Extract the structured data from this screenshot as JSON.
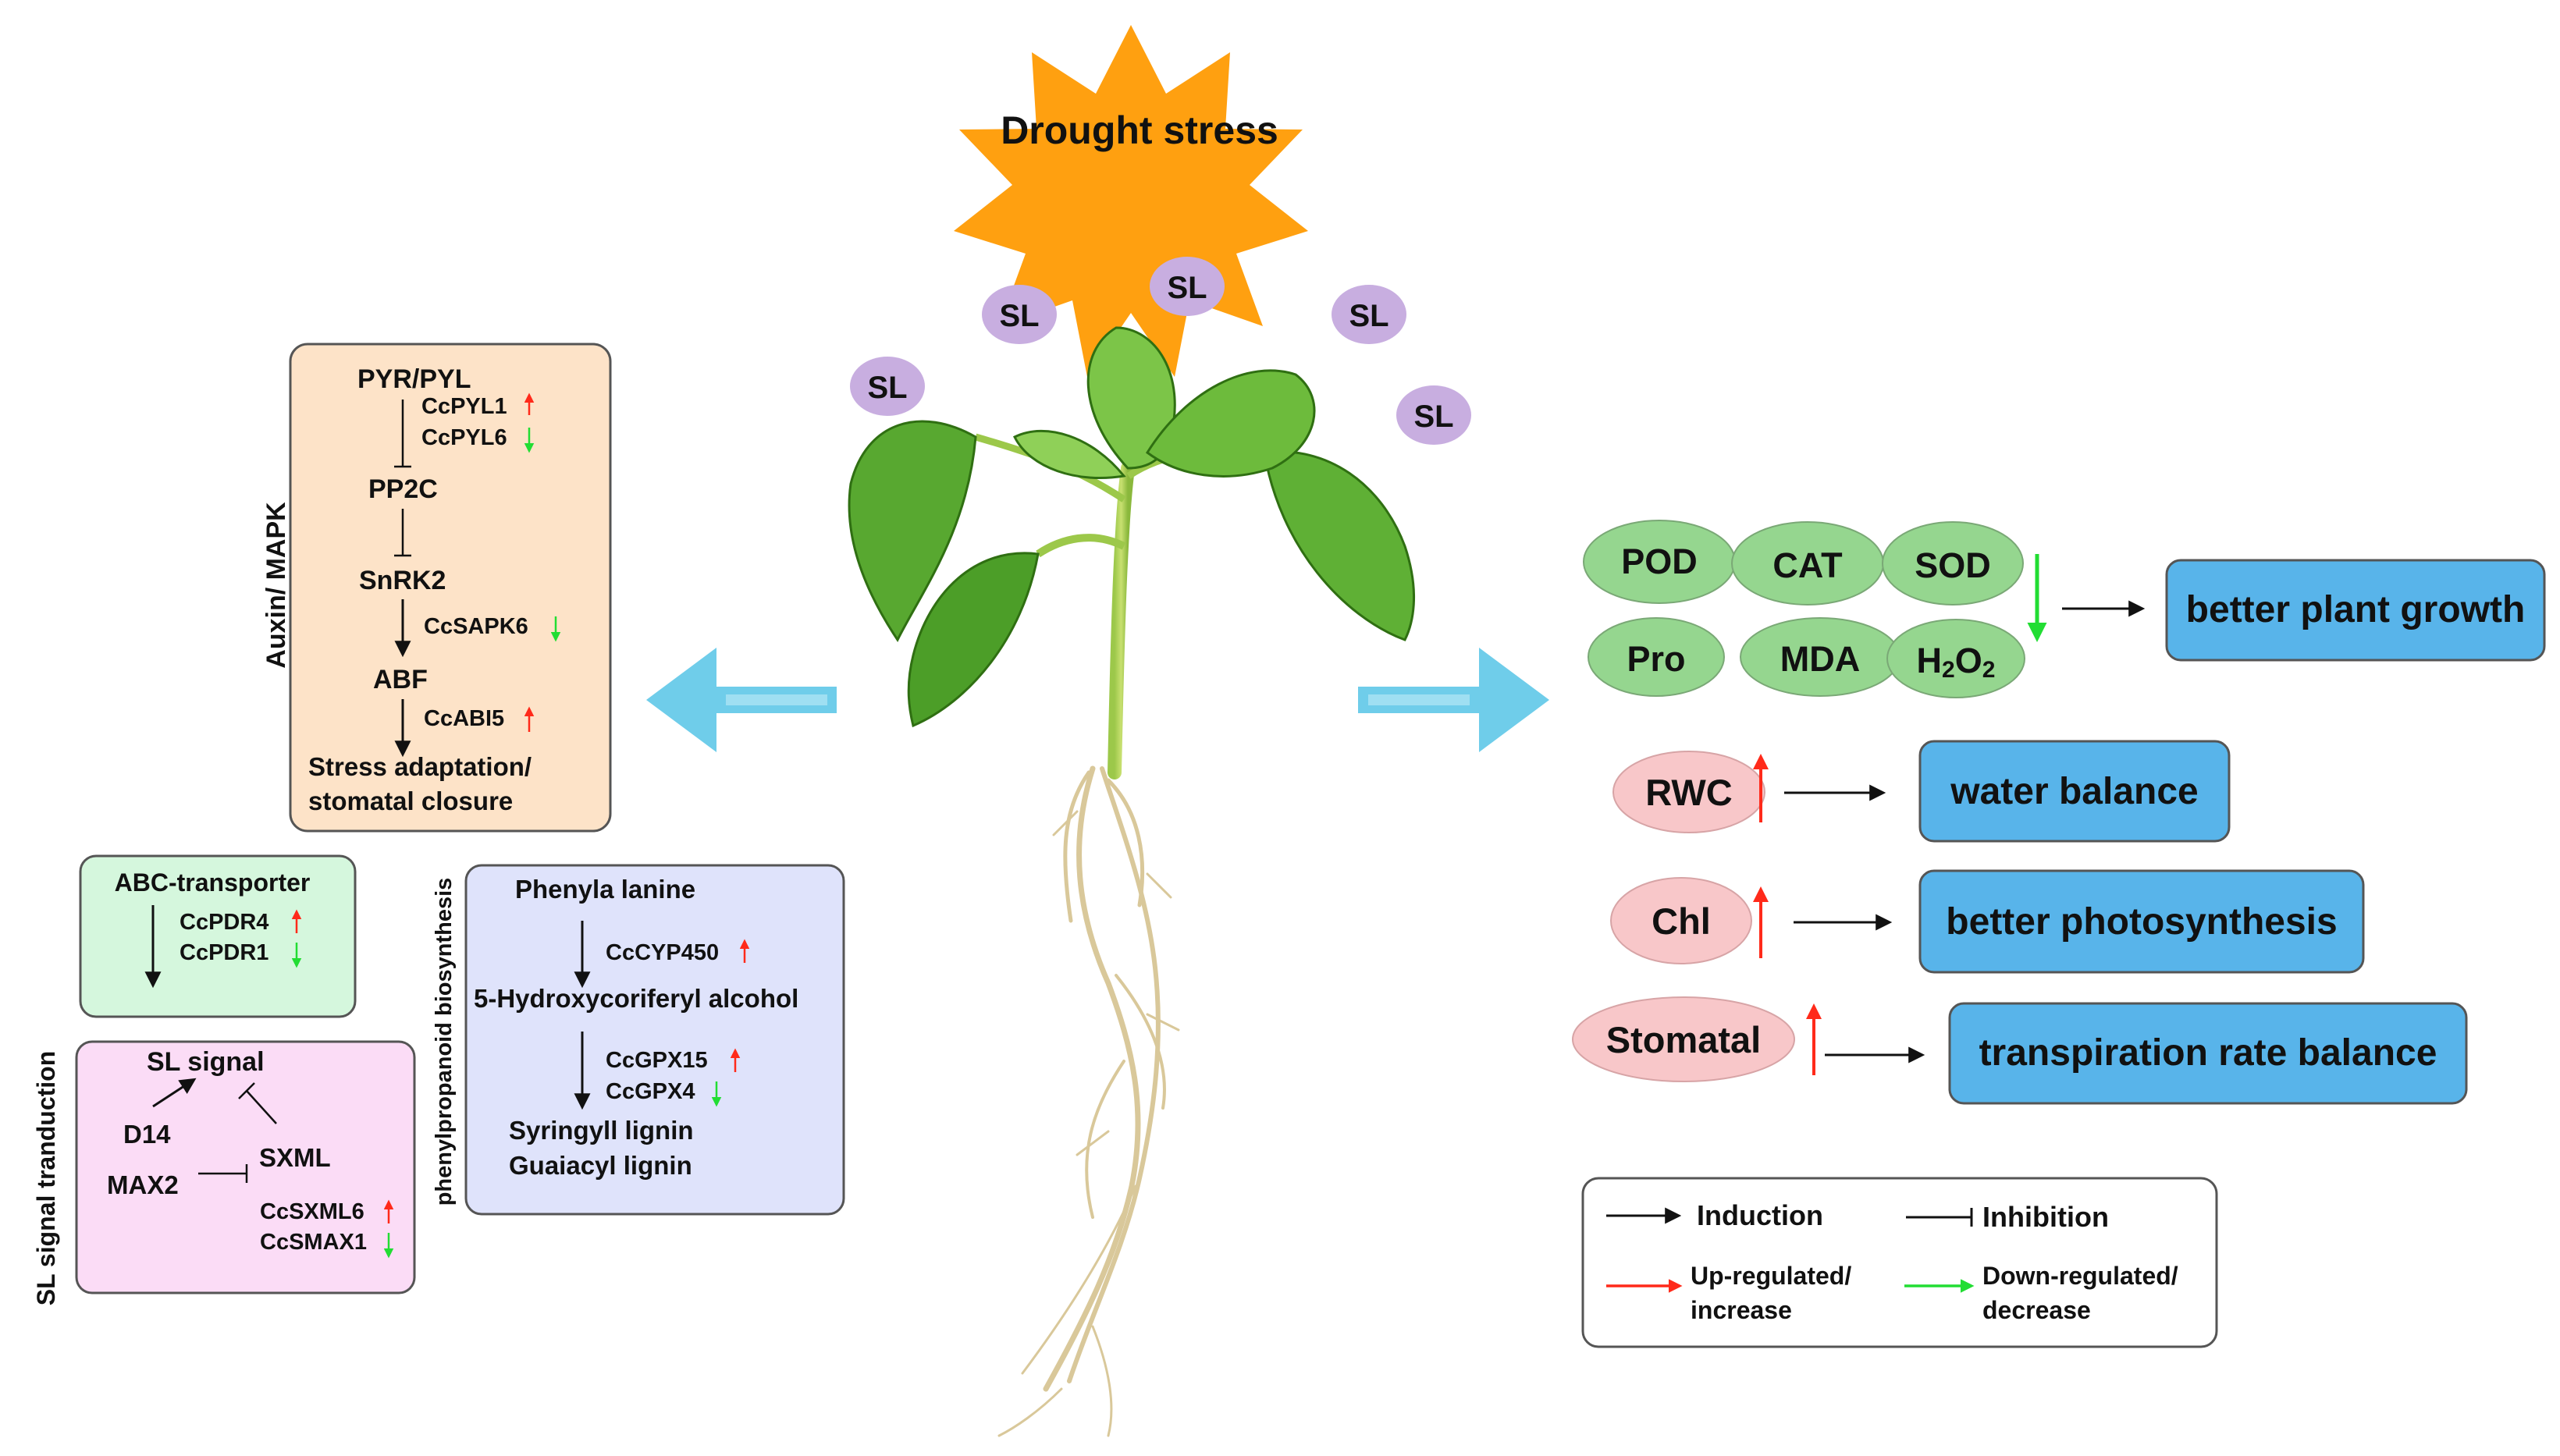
{
  "title": "Drought stress",
  "sl_label": "SL",
  "colors": {
    "sun": "#ffa010",
    "sl_bubble": "#c8aee0",
    "arrow": "#6fcdea",
    "aba_box": "#fde3c8",
    "abc_box": "#d5f7dd",
    "sl_box": "#fbdcf6",
    "phenyl_box": "#dfe3fb",
    "green_ellipse": "#95d68f",
    "pink_ellipse": "#f8c7c9",
    "blue_box": "#58b4ea",
    "up": "#ff2a1a",
    "down": "#22dd33"
  },
  "aba": {
    "side_label": "Auxin/ MAPK",
    "pyr": "PYR/PYL",
    "pyl1": "CcPYL1",
    "pyl6": "CcPYL6",
    "pp2c": "PP2C",
    "snrk2": "SnRK2",
    "sapk6": "CcSAPK6",
    "abf": "ABF",
    "abi5": "CcABI5",
    "outcome1": "Stress adaptation/",
    "outcome2": "stomatal closure"
  },
  "abc": {
    "title": "ABC-transporter",
    "pdr4": "CcPDR4",
    "pdr1": "CcPDR1"
  },
  "slsig": {
    "side_label": "SL signal tranduction",
    "signal": "SL signal",
    "d14": "D14",
    "sxml": "SXML",
    "max2": "MAX2",
    "sxml6": "CcSXML6",
    "smax1": "CcSMAX1"
  },
  "phenyl": {
    "side_label": "phenylpropanoid biosynthesis",
    "start": "Phenyla lanine",
    "cyp450": "CcCYP450",
    "mid": "5-Hydroxycoriferyl alcohol",
    "gpx15": "CcGPX15",
    "gpx4": "CcGPX4",
    "end1": "Syringyll lignin",
    "end2": "Guaiacyl lignin"
  },
  "enzymes": {
    "pod": "POD",
    "cat": "CAT",
    "sod": "SOD",
    "pro": "Pro",
    "mda": "MDA",
    "h2o2_main": "H",
    "h2o2_sub1": "2",
    "h2o2_mid": "O",
    "h2o2_sub2": "2",
    "outcome": "better plant growth"
  },
  "rwc": {
    "label": "RWC",
    "outcome": "water balance"
  },
  "chl": {
    "label": "Chl",
    "outcome": "better photosynthesis"
  },
  "stomatal": {
    "label": "Stomatal",
    "outcome": "transpiration rate balance"
  },
  "legend": {
    "induction": "Induction",
    "inhibition": "Inhibition",
    "up1": "Up-regulated/",
    "up2": "increase",
    "down1": "Down-regulated/",
    "down2": "decrease"
  }
}
